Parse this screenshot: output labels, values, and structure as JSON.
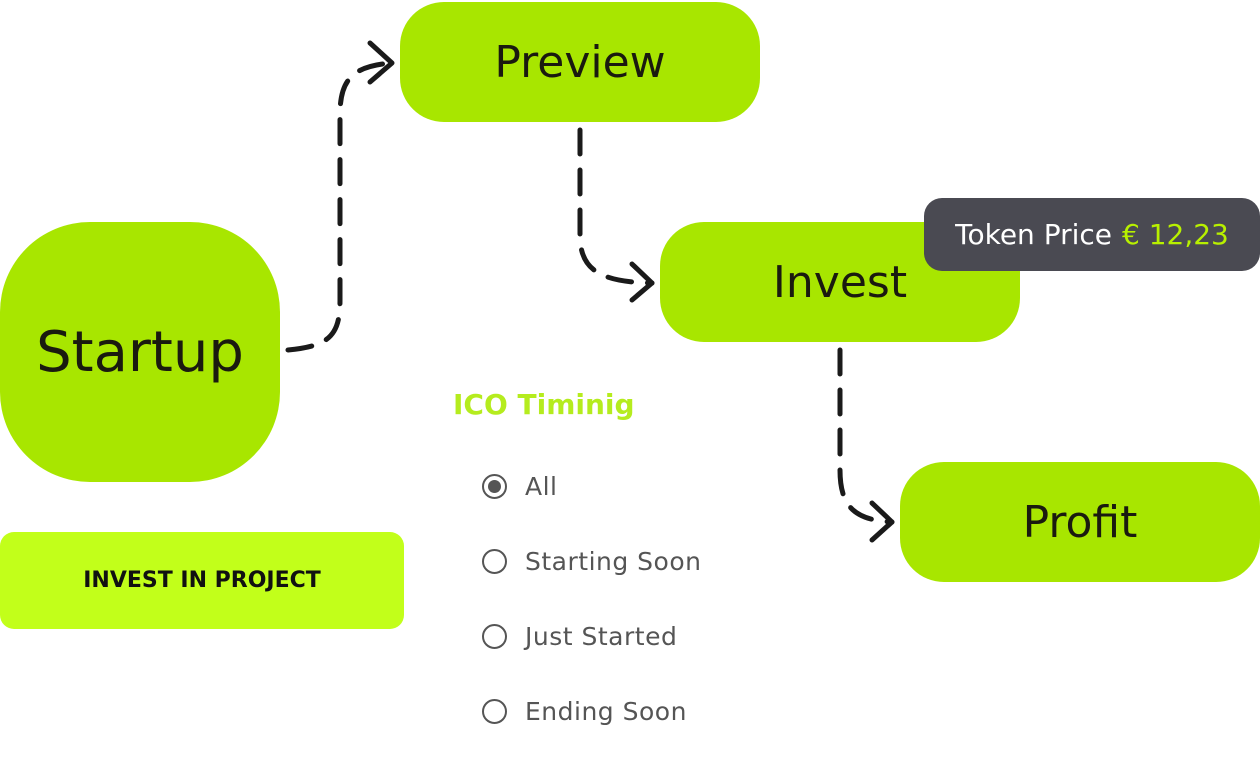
{
  "flow": {
    "nodes": {
      "startup": "Startup",
      "preview": "Preview",
      "invest": "Invest",
      "profit": "Profit"
    }
  },
  "token_price": {
    "label": "Token Price",
    "value": "€ 12,23"
  },
  "cta": {
    "label": "INVEST IN PROJECT"
  },
  "ico_filter": {
    "title": "ICO Timinig",
    "options": [
      "All",
      "Starting Soon",
      "Just Started",
      "Ending Soon"
    ],
    "selected": "All"
  },
  "colors": {
    "node_green": "#a8e600",
    "cta_green": "#c2ff1a",
    "accent_text": "#b5ec1e",
    "tag_dark": "#4a4a52"
  }
}
